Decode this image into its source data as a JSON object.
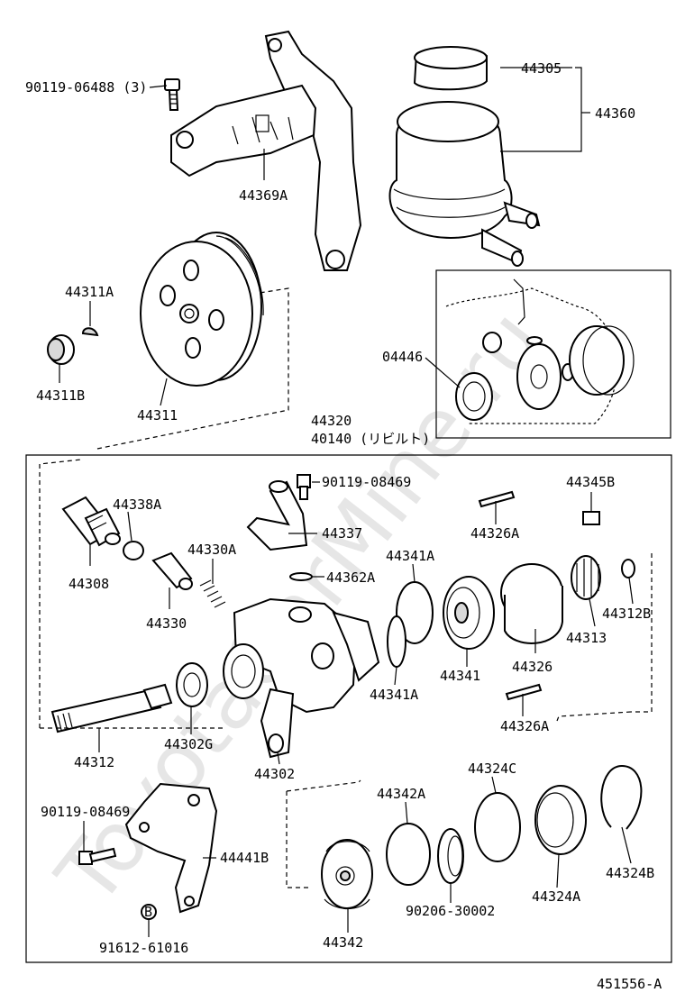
{
  "watermark": "ToyotaCarMine.ru",
  "diagram_id": "451556-A",
  "labels": {
    "bolt_top": "90119-06488 (3)",
    "bracket_top": "44369A",
    "cap": "44305",
    "reservoir": "44360",
    "key": "44311A",
    "nut": "44311B",
    "pulley": "44311",
    "gasket_kit": "04446",
    "pump_assy": "44320",
    "pump_rebuilt": "40140 (リビルト)",
    "bolt_mid": "90119-08469",
    "plate": "44345B",
    "pin_upper": "44326A",
    "union": "44337",
    "oring_union": "44362A",
    "oring_valve": "44338A",
    "valve": "44308",
    "spring": "44330A",
    "flow_valve": "44330",
    "ring_upper": "44341A",
    "ring_lower": "44341A",
    "side_plate": "44341",
    "cam_ring": "44326",
    "rotor": "44313",
    "snap_ring": "44312B",
    "pin_lower": "44326A",
    "shaft": "44312",
    "seal": "44302G",
    "housing": "44302",
    "bolt_low": "90119-08469",
    "bracket_low": "44441B",
    "nut_b": "91612-61016",
    "nut_b_mark": "B",
    "oring_a": "44342A",
    "oring_c": "44324C",
    "clip": "90206-30002",
    "rear_housing": "44342",
    "ring_a": "44324A",
    "snap_b": "44324B"
  }
}
